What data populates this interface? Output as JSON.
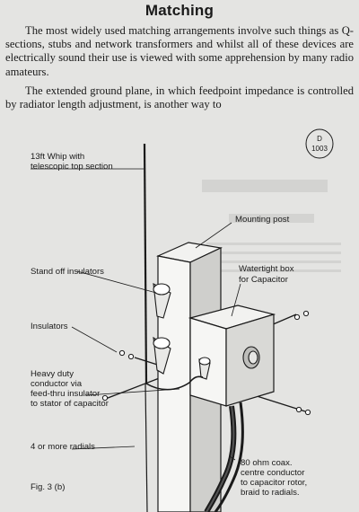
{
  "heading": "Matching",
  "paragraphs": [
    "The most widely used matching arrangements involve such things as Q-sections, stubs and network transformers and whilst all of these devices are electrically sound their use is viewed with some apprehension by many radio amateurs.",
    "The extended ground plane, in which feedpoint impedance is controlled by radiator length adjustment, is another way to"
  ],
  "figure": {
    "code_badge": [
      "D",
      "1003"
    ],
    "labels": {
      "whip": [
        "13ft Whip with",
        "telescopic top section"
      ],
      "mounting_post": [
        "Mounting post"
      ],
      "watertight_box": [
        "Watertight box",
        "for Capacitor"
      ],
      "standoff_insulators": [
        "Stand off insulators"
      ],
      "insulators": [
        "Insulators"
      ],
      "conductor": [
        "Heavy duty",
        "conductor via",
        "feed-thru insulator",
        "to stator of capacitor"
      ],
      "radials": [
        "4 or more radials"
      ],
      "coax": [
        "80 ohm coax.",
        "centre conductor",
        "to capacitor rotor,",
        "braid to radials."
      ]
    },
    "caption": "Fig. 3 (b)"
  }
}
